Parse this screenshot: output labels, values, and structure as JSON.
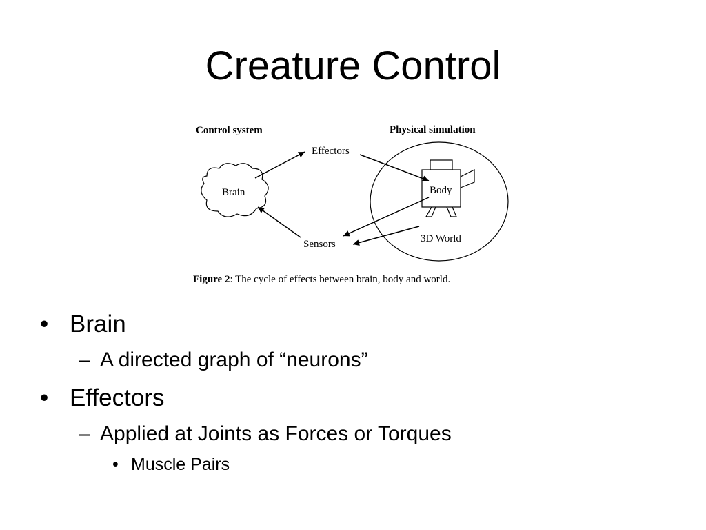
{
  "slide": {
    "title": "Creature Control"
  },
  "figure": {
    "control_label": "Control system",
    "physical_label": "Physical simulation",
    "effectors": "Effectors",
    "brain": "Brain",
    "body": "Body",
    "sensors": "Sensors",
    "world": "3D World",
    "caption_bold": "Figure 2",
    "caption_text": ": The cycle of effects between brain, body and world."
  },
  "bullets": {
    "item1": "Brain",
    "item1_sub1": "A directed graph of “neurons”",
    "item2": "Effectors",
    "item2_sub1": "Applied at Joints as Forces or Torques",
    "item2_sub1_sub1": "Muscle Pairs",
    "marker_dot": "•",
    "marker_dash": "–"
  }
}
